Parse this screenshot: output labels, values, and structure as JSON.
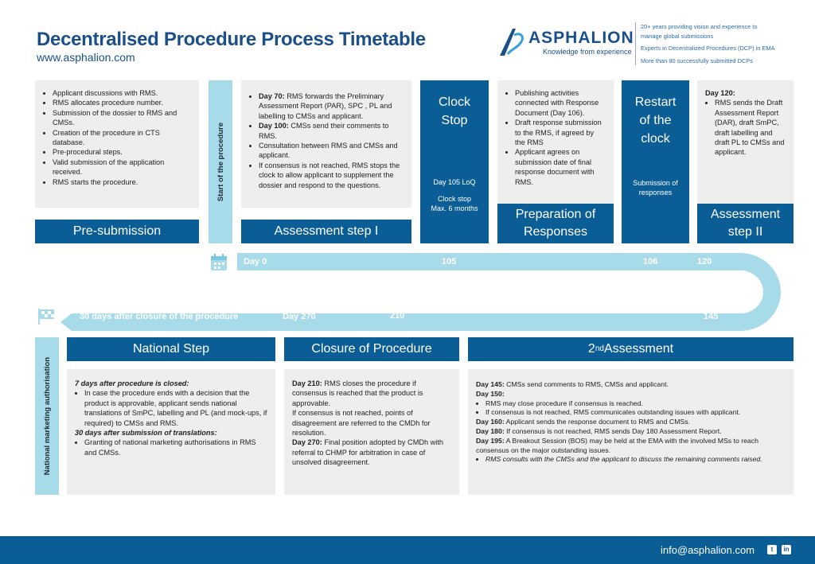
{
  "header": {
    "title": "Decentralised Procedure Process Timetable",
    "website": "www.asphalion.com",
    "logo_name": "ASPHALION",
    "logo_tagline": "Knowledge from experience",
    "taglines": [
      "20+ years providing vision and experience to",
      "manage global submissions",
      "Experts in Decentralized Procedures (DCP) in EMA",
      "More than 80 successfully submitted DCPs"
    ]
  },
  "presubmission": {
    "label": "Pre-submission",
    "items": [
      "Applicant discussions with RMS.",
      "RMS allocates procedure number.",
      "Submission of the dossier to RMS and CMSs.",
      "Creation of the procedure in CTS database.",
      "Pre-procedural steps.",
      "Valid submission of the application received.",
      "RMS starts the procedure."
    ]
  },
  "start_label": "Start of the procedure",
  "assessment1": {
    "label": "Assessment step I",
    "items": [
      {
        "bold": "Day 70:",
        "text": " RMS forwards the Preliminary Assessment Report (PAR), SPC , PL and labelling to CMSs and applicant."
      },
      {
        "bold": "Day 100:",
        "text": " CMSs send their comments to RMS."
      },
      {
        "bold": "",
        "text": "Consultation between RMS and CMSs and applicant."
      },
      {
        "bold": "",
        "text": "If consensus is not reached, RMS stops the clock to allow applicant to supplement the dossier and respond to the questions."
      }
    ]
  },
  "clock_stop": {
    "title_line1": "Clock",
    "title_line2": "Stop",
    "day": "Day 105 LoQ",
    "note_line1": "Clock stop",
    "note_line2": "Max. 6 months"
  },
  "preparation": {
    "label_line1": "Preparation of",
    "label_line2": "Responses",
    "items": [
      "Publishing activities connected with Response Document  (Day 106).",
      "Draft response submission to the RMS, if agreed by the RMS",
      "Applicant agrees on submission date of final response document with RMS."
    ]
  },
  "restart": {
    "line1": "Restart",
    "line2": "of the",
    "line3": "clock",
    "note_line1": "Submission of",
    "note_line2": "responses"
  },
  "assessment2": {
    "label_line1": "Assessment",
    "label_line2": "step II",
    "day": "Day 120:",
    "items": [
      "RMS sends the Draft Assessment Report (DAR), draft SmPC, draft labelling and draft PL to CMSs and applicant."
    ]
  },
  "timeline": {
    "day0": "Day 0",
    "d105": "105",
    "d106": "106",
    "d120": "120",
    "d145": "145",
    "d210": "210",
    "d270": "Day 270",
    "after": "30 days after closure of the procedure"
  },
  "nma_label": "National marketing authorisation",
  "national": {
    "label": "National Step",
    "heading1": "7 days after procedure is closed:",
    "item1": "In case the procedure ends with a decision that the product is approvable, applicant sends national translations of SmPC, labelling  and PL (and mock-ups, if required) to CMSs and RMS.",
    "heading2": "30 days after submission of translations:",
    "item2": "Granting of national marketing authorisations in RMS and CMSs."
  },
  "closure": {
    "label": "Closure of Procedure",
    "p1_bold": "Day 210:",
    "p1": " RMS closes the procedure if consensus is reached that the product is approvable.",
    "p2": "If consensus is not reached, points of disagreement are referred to the CMDh for resolution.",
    "p3_bold": "Day 270:",
    "p3": " Final position adopted by CMDh with referral to CHMP for arbitration in case of unsolved disagreement."
  },
  "second": {
    "label_prefix": "2",
    "label_sup": "nd",
    "label_suffix": " Assessment",
    "d145_bold": "Day 145:",
    "d145": " CMSs send comments to RMS, CMSs and applicant.",
    "d150_bold": "Day 150:",
    "d150_items": [
      "RMS may close procedure if consensus is reached.",
      "If consensus is not reached, RMS communicates outstanding issues with applicant."
    ],
    "d160_bold": "Day 160:",
    "d160": " Applicant sends the response document to RMS and CMSs.",
    "d180_bold": "Day 180:",
    "d180": " If consensus is not reached, RMS sends Day 180 Assessment Report.",
    "d195_bold": "Day 195:",
    "d195": " A Breakout Session (BOS) may be held at the EMA with the involved MSs to reach consensus on the major outstanding issues.",
    "d195_item": "RMS consults with the CMSs and the applicant to discuss the remaining comments raised."
  },
  "footer": {
    "email": "info@asphalion.com",
    "twitter": "t",
    "linkedin": "in"
  },
  "colors": {
    "dark_blue": "#0b5d96",
    "light_blue": "#a8dbe9",
    "box_gray": "#eeeeee"
  }
}
